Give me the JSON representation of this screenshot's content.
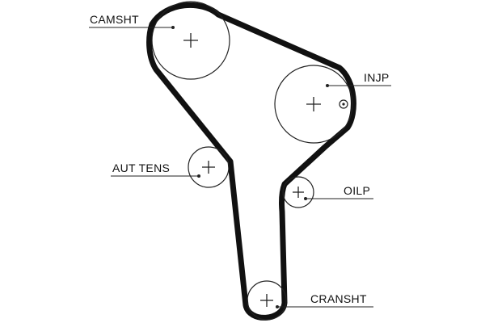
{
  "labels": {
    "camshaft": "CAMSHT",
    "injection_pump": "INJP",
    "auto_tensioner": "AUT TENS",
    "oil_pump": "OILP",
    "crankshaft": "CRANSHT"
  },
  "colors": {
    "belt": "#111111",
    "line": "#222222",
    "background": "#ffffff"
  }
}
